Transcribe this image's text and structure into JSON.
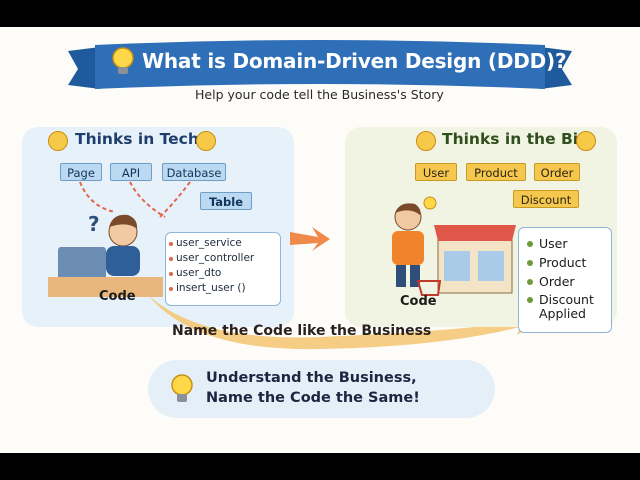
{
  "title": "What is Domain-Driven Design (DDD)?",
  "subtitle": "Help your code tell the Business's Story",
  "left": {
    "header": "Thinks in Tech",
    "tags": [
      "Page",
      "API",
      "Database",
      "Table"
    ],
    "code_items": [
      "user_service",
      "user_controller",
      "user_dto",
      "insert_user ()"
    ],
    "label": "Code"
  },
  "right": {
    "header": "Thinks in the Biz",
    "tags": [
      "User",
      "Product",
      "Order",
      "Discount"
    ],
    "list_items": [
      "User",
      "Product",
      "Order",
      "Discount",
      "Applied"
    ],
    "label": "Code"
  },
  "arrow_label": "Name the Code like the Business",
  "bottom": {
    "line1": "Understand the Business,",
    "line2": "Name the Code the Same!"
  },
  "colors": {
    "banner": "#2f6fb8",
    "tech_tag": "#bcd9f2",
    "biz_tag": "#f5c74e",
    "arrow": "#f4b860",
    "left_panel": "#e7f1fa",
    "right_panel": "#f1f4e2"
  },
  "icons": [
    "lightbulb-icon",
    "sad-face-icon",
    "happy-face-icon",
    "question-mark-icon",
    "laptop-icon",
    "shop-icon",
    "cart-icon"
  ]
}
